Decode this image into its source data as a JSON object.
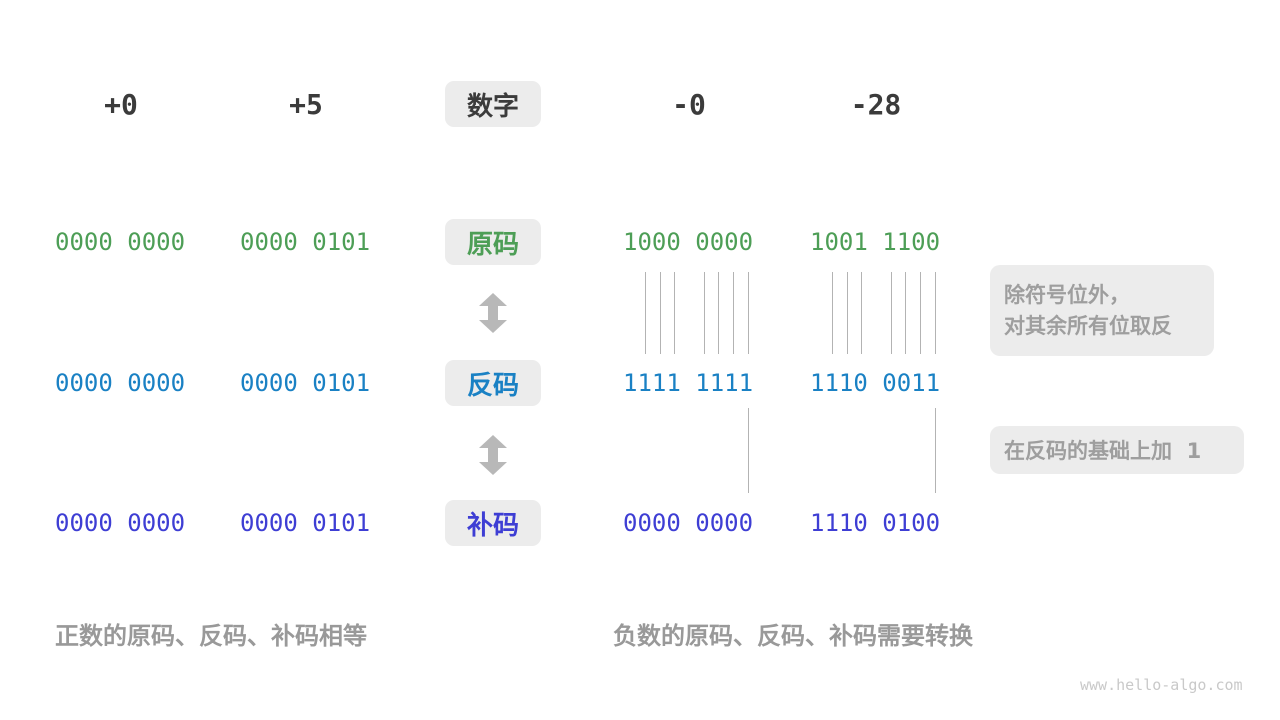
{
  "header": {
    "badge": "数字",
    "cols": [
      "+0",
      "+5",
      "-0",
      "-28"
    ]
  },
  "rows": [
    {
      "badge": "原码",
      "values": [
        "0000 0000",
        "0000 0101",
        "1000 0000",
        "1001 1100"
      ]
    },
    {
      "badge": "反码",
      "values": [
        "0000 0000",
        "0000 0101",
        "1111 1111",
        "1110 0011"
      ]
    },
    {
      "badge": "补码",
      "values": [
        "0000 0000",
        "0000 0101",
        "0000 0000",
        "1110 0100"
      ]
    }
  ],
  "annotations": {
    "invert_line1": "除符号位外，",
    "invert_line2": "对其余所有位取反",
    "add_one": "在反码的基础上加  1"
  },
  "captions": {
    "positive": "正数的原码、反码、补码相等",
    "negative": "负数的原码、反码、补码需要转换"
  },
  "watermark": "www.hello-algo.com",
  "colors": {
    "sign_magnitude_green": "#4d9e56",
    "ones_complement_blue": "#1a81c4",
    "twos_complement_indigo": "#3e3ed4",
    "header_text": "#3b3b3b",
    "badge_bg": "#ececec",
    "annotation_text": "#9e9e9e",
    "caption_text": "#999999",
    "arrow": "#b8b8b8",
    "connector_line": "#999999",
    "watermark": "#c9c9c9"
  }
}
